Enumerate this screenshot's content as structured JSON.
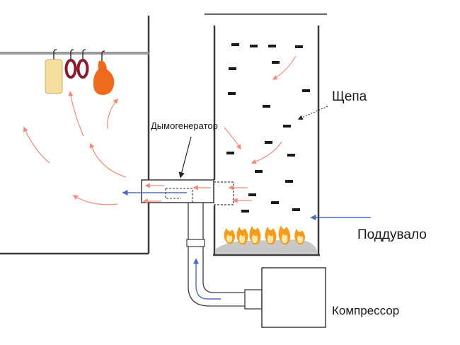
{
  "labels": {
    "smoke_generator": "Дымогенератор",
    "chips": "Щепа",
    "air_inlet": "Поддувало",
    "compressor": "Компрессор"
  },
  "colors": {
    "outline": "#3a3a3a",
    "smoke_arrow": "#f08a7a",
    "air_arrow": "#4a6fc0",
    "chip": "#1a1a1a",
    "flame": "#f39c1e",
    "flame_core": "#fde7a6",
    "ash": "#c8c8c8",
    "sausage": "#8a1a2c",
    "cheese": "#f5dfa0",
    "ham": "#ee6a1c"
  },
  "icons": [
    "hook-icon",
    "cheese-icon",
    "sausage-ring-icon",
    "ham-icon",
    "flame-icon",
    "wood-chip-icon"
  ]
}
